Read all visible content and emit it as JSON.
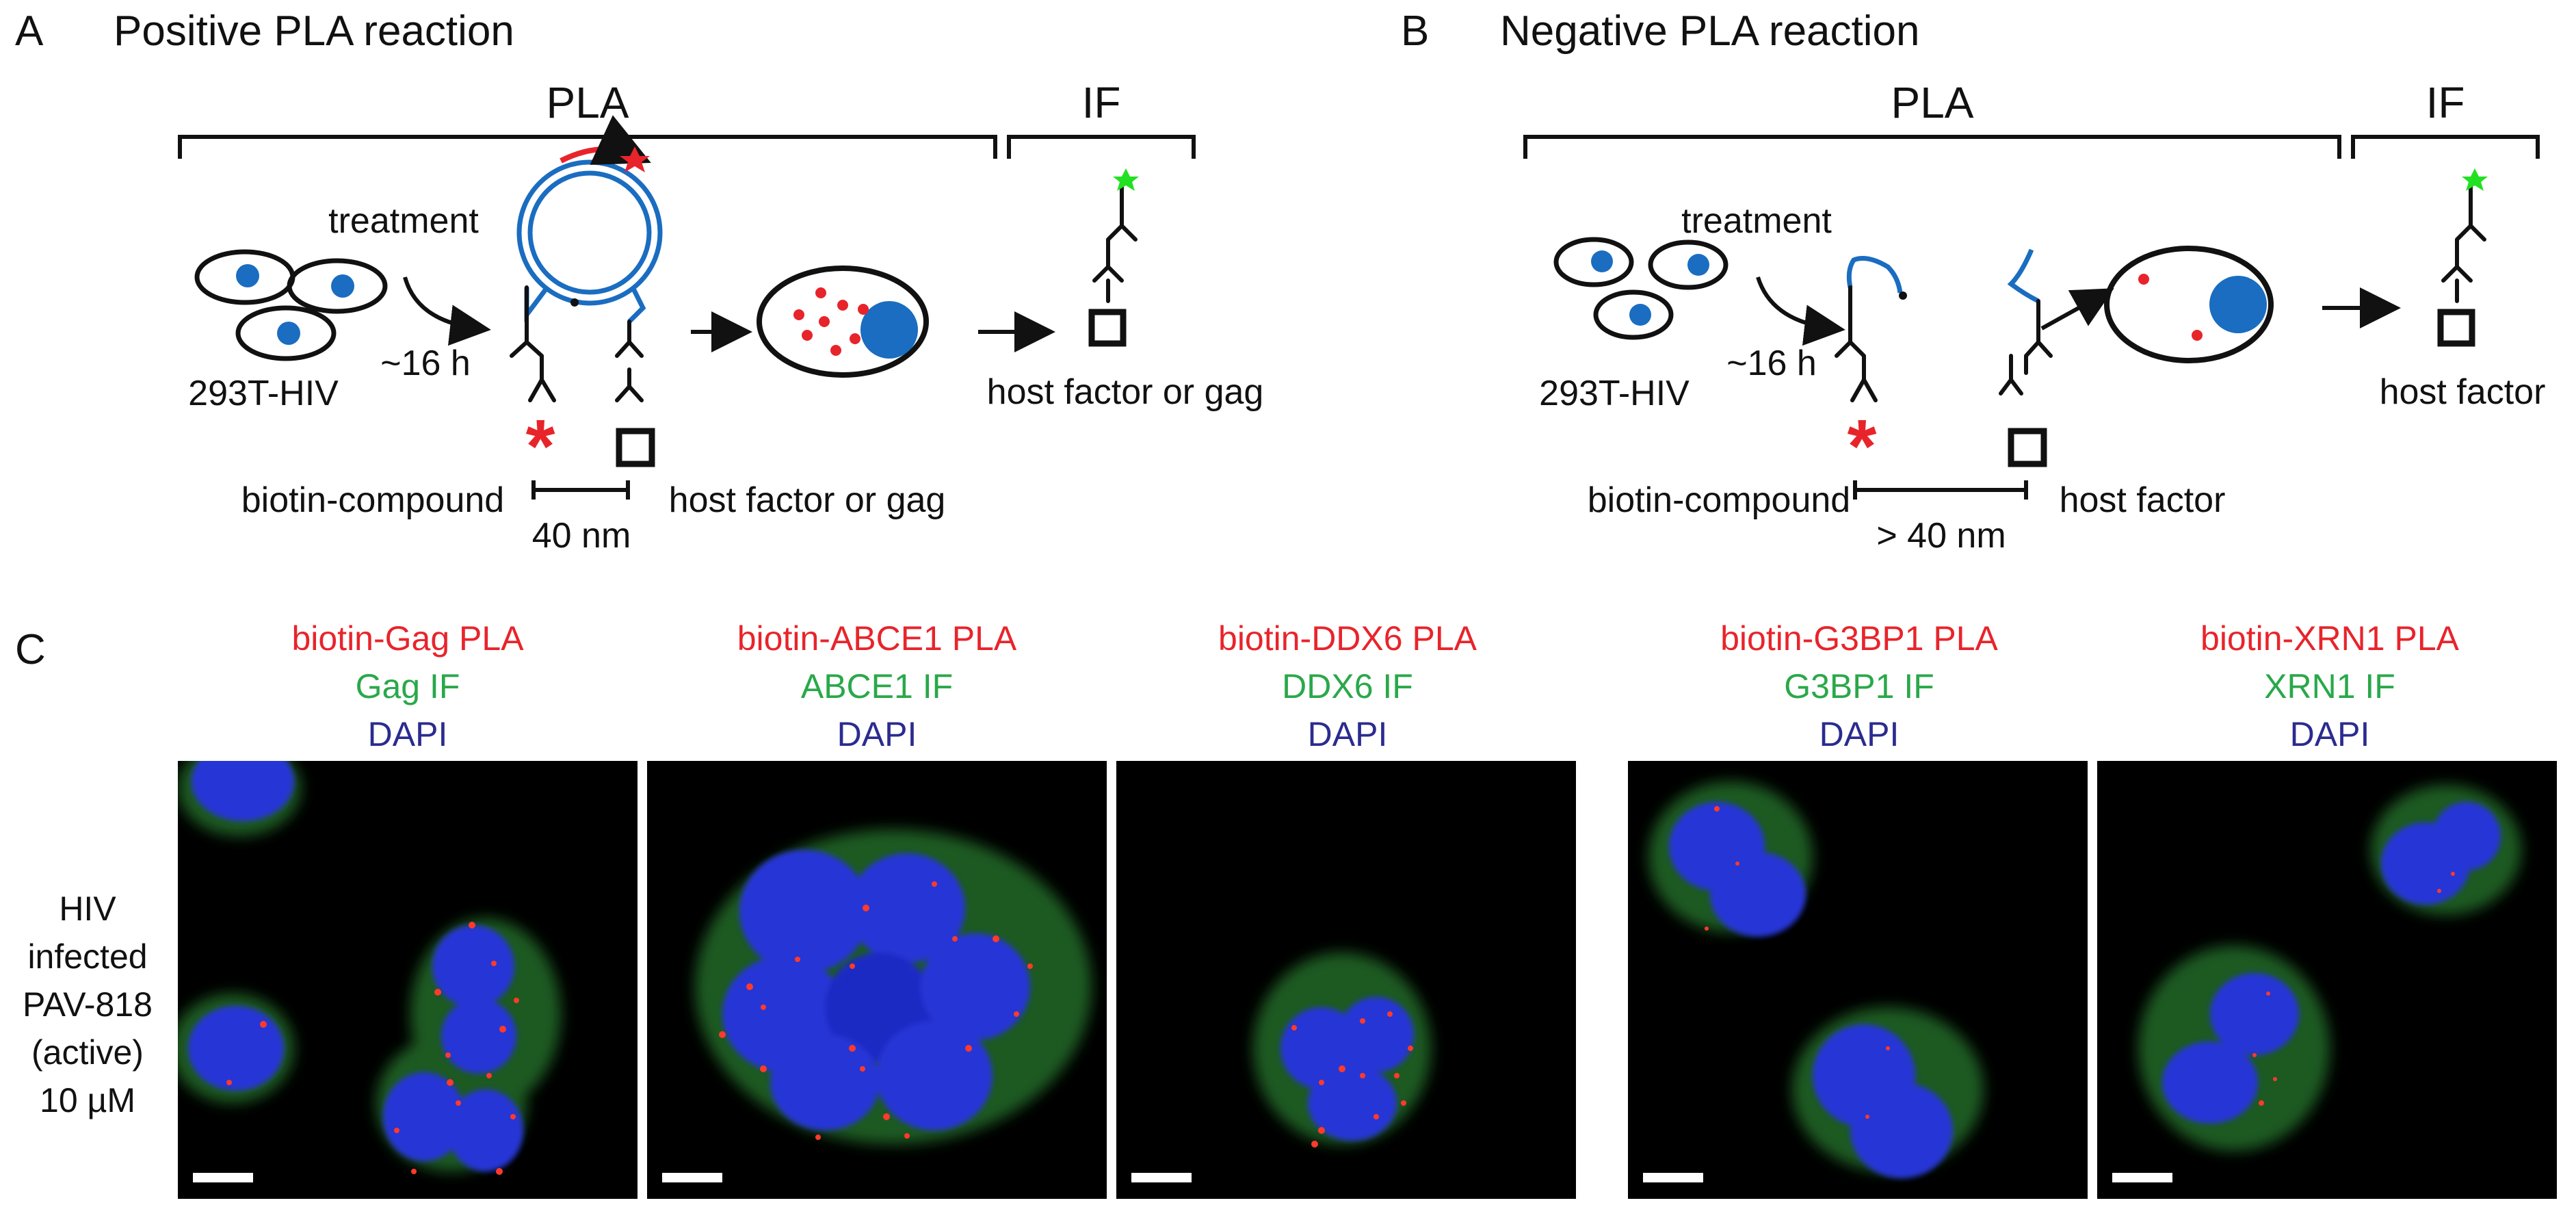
{
  "panels": {
    "A": {
      "letter": "A",
      "title": "Positive PLA reaction",
      "bracket_left": "PLA",
      "bracket_right": "IF",
      "treatment": "treatment",
      "cells": "293T-HIV",
      "time": "~16 h",
      "probe": "biotin-compound",
      "target": "host factor or gag",
      "distance": "40 nm",
      "if_target": "host factor or gag"
    },
    "B": {
      "letter": "B",
      "title": "Negative PLA reaction",
      "bracket_left": "PLA",
      "bracket_right": "IF",
      "treatment": "treatment",
      "cells": "293T-HIV",
      "time": "~16 h",
      "probe": "biotin-compound",
      "target": "host factor",
      "distance": "> 40 nm",
      "if_target": "host factor"
    },
    "C": {
      "letter": "C",
      "row_label": [
        "HIV",
        "infected",
        "PAV-818",
        "(active)",
        "10 µM"
      ],
      "columns": [
        {
          "pla": "biotin-Gag PLA",
          "if": "Gag IF",
          "dapi": "DAPI"
        },
        {
          "pla": "biotin-ABCE1 PLA",
          "if": "ABCE1 IF",
          "dapi": "DAPI"
        },
        {
          "pla": "biotin-DDX6 PLA",
          "if": "DDX6 IF",
          "dapi": "DAPI"
        },
        {
          "pla": "biotin-G3BP1 PLA",
          "if": "G3BP1 IF",
          "dapi": "DAPI"
        },
        {
          "pla": "biotin-XRN1 PLA",
          "if": "XRN1 IF",
          "dapi": "DAPI"
        }
      ]
    }
  },
  "colors": {
    "pla_red": "#e8242b",
    "if_green": "#2aa84a",
    "dapi_blue": "#2b2b8f",
    "nucleus_blue": "#1a6dc0",
    "fluor_green": "#22e022"
  }
}
